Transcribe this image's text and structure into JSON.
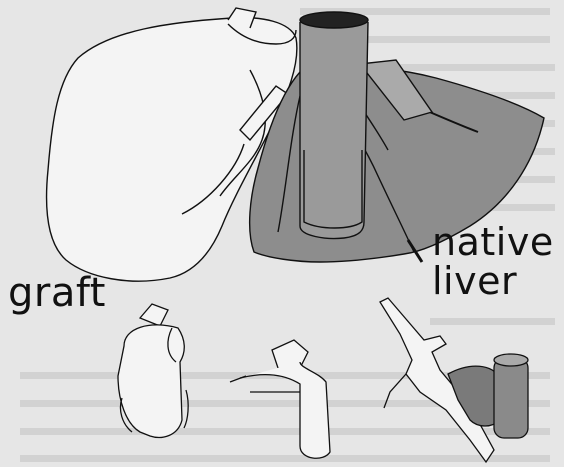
{
  "labels": {
    "native": "native",
    "liver": "liver",
    "graft": "graft"
  },
  "colors": {
    "paper": "#e6e6e6",
    "ink": "#111111",
    "liver_fill": "#8d8d8d",
    "vessel_fill": "#7a7a7a",
    "graft_fill": "#f4f4f4"
  },
  "icons": [
    "graft-liver-drawing",
    "native-liver-drawing",
    "vena-cava",
    "anastomosis-stage-1",
    "anastomosis-stage-2",
    "anastomosis-stage-3"
  ]
}
